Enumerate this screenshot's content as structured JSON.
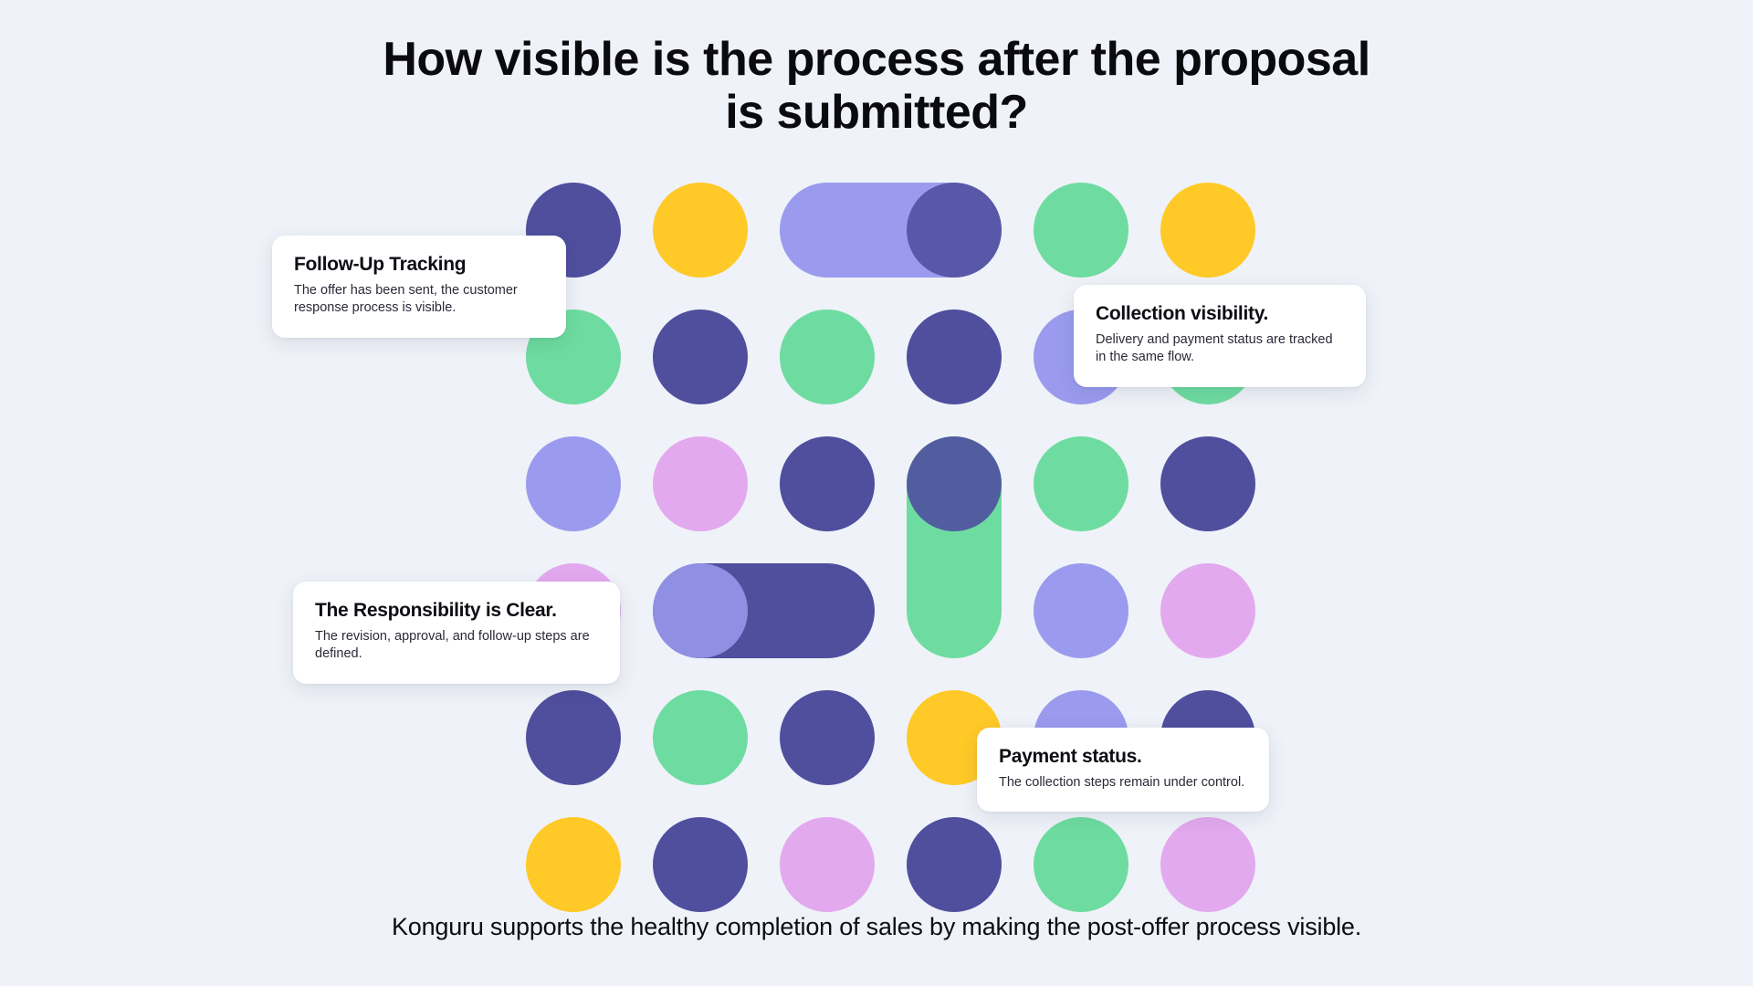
{
  "page": {
    "title": "How visible is the process after the proposal is submitted?",
    "caption": "Konguru supports the healthy completion of sales by making the post-offer process visible.",
    "background_color": "#eff2f8"
  },
  "palette": {
    "dark_purple": "#4f4f9e",
    "light_purple": "#9a9bee",
    "green": "#6edca0",
    "yellow": "#ffc927",
    "pink": "#e3a9ee",
    "card_background": "#ffffff",
    "text_primary": "#0d0d14"
  },
  "cards": [
    {
      "id": "follow-up-tracking",
      "title": "Follow-Up Tracking",
      "body": "The offer has been sent, the customer response process is visible."
    },
    {
      "id": "collection-visibility",
      "title": "Collection visibility.",
      "body": "Delivery and payment status are tracked in the same flow."
    },
    {
      "id": "responsibility-clear",
      "title": "The Responsibility is Clear.",
      "body": "The revision, approval, and follow-up steps are defined."
    },
    {
      "id": "payment-status",
      "title": "Payment status.",
      "body": "The collection steps remain under control."
    }
  ],
  "shape_grid": {
    "columns": 6,
    "rows": 6,
    "cell": 104,
    "gap": 35,
    "shapes": [
      {
        "name": "r1c1-dot-dark-purple",
        "type": "dot",
        "col": 0,
        "row": 0,
        "color": "#4f4f9e"
      },
      {
        "name": "r1c2-dot-yellow",
        "type": "dot",
        "col": 1,
        "row": 0,
        "color": "#ffc927"
      },
      {
        "name": "r1c3c4-pill-light-purple",
        "type": "pill-h",
        "col": 2,
        "row": 0,
        "span": 2,
        "color": "#9a9bee"
      },
      {
        "name": "r1c4-dot-dark-purple",
        "type": "dot",
        "col": 3,
        "row": 0,
        "color": "#4f4f9e",
        "opacity": 0.88
      },
      {
        "name": "r1c5-dot-green",
        "type": "dot",
        "col": 4,
        "row": 0,
        "color": "#6edca0"
      },
      {
        "name": "r1c6-dot-yellow",
        "type": "dot",
        "col": 5,
        "row": 0,
        "color": "#ffc927"
      },
      {
        "name": "r2c1-dot-green",
        "type": "dot",
        "col": 0,
        "row": 1,
        "color": "#6edca0"
      },
      {
        "name": "r2c2-dot-dark-purple",
        "type": "dot",
        "col": 1,
        "row": 1,
        "color": "#4f4f9e"
      },
      {
        "name": "r2c3-dot-green",
        "type": "dot",
        "col": 2,
        "row": 1,
        "color": "#6edca0"
      },
      {
        "name": "r2c4-dot-dark-purple",
        "type": "dot",
        "col": 3,
        "row": 1,
        "color": "#4f4f9e"
      },
      {
        "name": "r2c5-dot-light-purple",
        "type": "dot",
        "col": 4,
        "row": 1,
        "color": "#9a9bee"
      },
      {
        "name": "r2c6-dot-green",
        "type": "dot",
        "col": 5,
        "row": 1,
        "color": "#6edca0"
      },
      {
        "name": "r3c1-dot-light-purple",
        "type": "dot",
        "col": 0,
        "row": 2,
        "color": "#9a9bee"
      },
      {
        "name": "r3c2-dot-pink",
        "type": "dot",
        "col": 1,
        "row": 2,
        "color": "#e3a9ee"
      },
      {
        "name": "r3c3-dot-dark-purple",
        "type": "dot",
        "col": 2,
        "row": 2,
        "color": "#4f4f9e"
      },
      {
        "name": "r3r4c4-pill-green",
        "type": "pill-v",
        "col": 3,
        "row": 2,
        "span": 2,
        "color": "#6edca0"
      },
      {
        "name": "r3c4-dot-dark-purple",
        "type": "dot",
        "col": 3,
        "row": 2,
        "color": "#4f4f9e",
        "opacity": 0.9
      },
      {
        "name": "r3c5-dot-green",
        "type": "dot",
        "col": 4,
        "row": 2,
        "color": "#6edca0"
      },
      {
        "name": "r3c6-dot-dark-purple",
        "type": "dot",
        "col": 5,
        "row": 2,
        "color": "#4f4f9e"
      },
      {
        "name": "r4c1-dot-pink",
        "type": "dot",
        "col": 0,
        "row": 3,
        "color": "#e3a9ee"
      },
      {
        "name": "r4c2c3-pill-dark-purple",
        "type": "pill-h",
        "col": 1,
        "row": 3,
        "span": 2,
        "color": "#4f4f9e"
      },
      {
        "name": "r4c2-dot-light-purple",
        "type": "dot",
        "col": 1,
        "row": 3,
        "color": "#9a9bee",
        "opacity": 0.85
      },
      {
        "name": "r4c5-dot-light-purple",
        "type": "dot",
        "col": 4,
        "row": 3,
        "color": "#9a9bee"
      },
      {
        "name": "r4c6-dot-pink",
        "type": "dot",
        "col": 5,
        "row": 3,
        "color": "#e3a9ee"
      },
      {
        "name": "r5c1-dot-dark-purple",
        "type": "dot",
        "col": 0,
        "row": 4,
        "color": "#4f4f9e"
      },
      {
        "name": "r5c2-dot-green",
        "type": "dot",
        "col": 1,
        "row": 4,
        "color": "#6edca0"
      },
      {
        "name": "r5c3-dot-dark-purple",
        "type": "dot",
        "col": 2,
        "row": 4,
        "color": "#4f4f9e"
      },
      {
        "name": "r5c4-dot-yellow",
        "type": "dot",
        "col": 3,
        "row": 4,
        "color": "#ffc927"
      },
      {
        "name": "r5c5-dot-light-purple",
        "type": "dot",
        "col": 4,
        "row": 4,
        "color": "#9a9bee"
      },
      {
        "name": "r5c6-dot-dark-purple",
        "type": "dot",
        "col": 5,
        "row": 4,
        "color": "#4f4f9e"
      },
      {
        "name": "r6c1-dot-yellow",
        "type": "dot",
        "col": 0,
        "row": 5,
        "color": "#ffc927"
      },
      {
        "name": "r6c2-dot-dark-purple",
        "type": "dot",
        "col": 1,
        "row": 5,
        "color": "#4f4f9e"
      },
      {
        "name": "r6c3-dot-pink",
        "type": "dot",
        "col": 2,
        "row": 5,
        "color": "#e3a9ee"
      },
      {
        "name": "r6c4-dot-dark-purple",
        "type": "dot",
        "col": 3,
        "row": 5,
        "color": "#4f4f9e"
      },
      {
        "name": "r6c5-dot-green",
        "type": "dot",
        "col": 4,
        "row": 5,
        "color": "#6edca0"
      },
      {
        "name": "r6c6-dot-pink",
        "type": "dot",
        "col": 5,
        "row": 5,
        "color": "#e3a9ee"
      }
    ]
  }
}
